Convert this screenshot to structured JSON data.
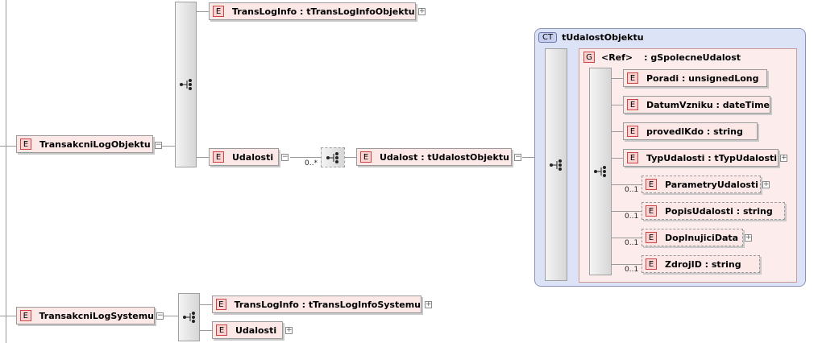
{
  "elements": {
    "trans_log_objektu": "TransakcniLogObjektu",
    "trans_log_info_objektu": "TransLogInfo  : tTransLogInfoObjektu",
    "udalosti": "Udalosti",
    "udalost": "Udalost  : tUdalostObjektu",
    "trans_log_systemu": "TransakcniLogSystemu",
    "trans_log_info_systemu": "TransLogInfo  : tTransLogInfoSystemu",
    "udalosti_systemu": "Udalosti"
  },
  "ctype": {
    "badge": "CT",
    "name": "tUdalostObjektu",
    "group_badge": "G",
    "group_ref": "<Ref>",
    "group_name": ": gSpolecneUdalost",
    "children": [
      {
        "label": "Poradi   : unsignedLong",
        "card": ""
      },
      {
        "label": "DatumVzniku  : dateTime",
        "card": ""
      },
      {
        "label": "provedlKdo  : string",
        "card": ""
      },
      {
        "label": "TypUdalosti  : tTypUdalosti",
        "card": ""
      },
      {
        "label": "ParametryUdalosti",
        "card": "0..1"
      },
      {
        "label": "PopisUdalosti  : string",
        "card": "0..1"
      },
      {
        "label": "DoplnujiciData",
        "card": "0..1"
      },
      {
        "label": "ZdrojID  : string",
        "card": "0..1"
      }
    ]
  },
  "badge_e": "E",
  "card_udalost": "0..*",
  "icons": {
    "sequence": "sequence-icon",
    "collapse": "minus-icon",
    "expand": "plus-icon"
  },
  "colors": {
    "element_fill": "#fde8e8",
    "badge_border": "#cc4444",
    "ctype_fill": "#dde3f7"
  }
}
